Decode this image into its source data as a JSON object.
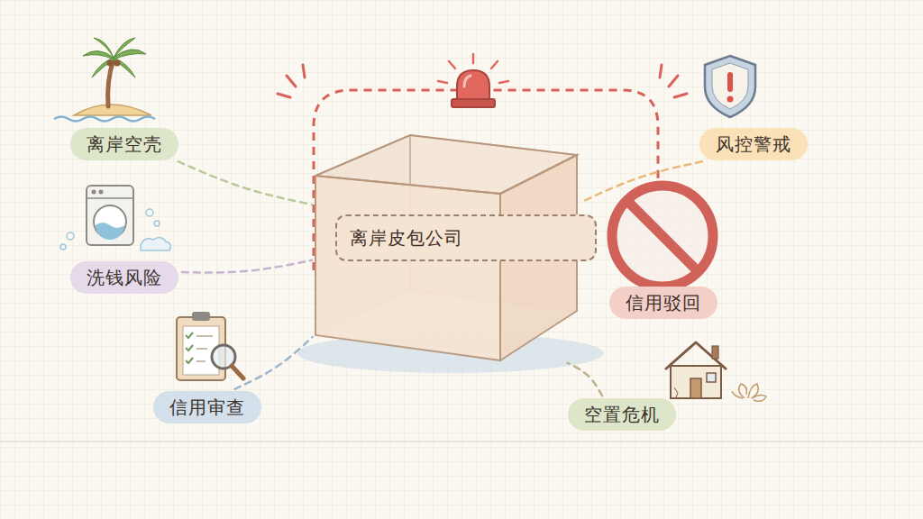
{
  "diagram": {
    "nodes": [
      {
        "text": [
          "离岸空壳"
        ]
      },
      {
        "text": [
          "风控警戒"
        ]
      },
      {
        "text": [
          "洗钱风险"
        ]
      },
      {
        "text": [
          "离岸皮包公司"
        ]
      },
      {
        "text": [
          "信用驳回"
        ]
      },
      {
        "text": [
          "信用审查"
        ]
      },
      {
        "text": [
          "空置危机"
        ]
      }
    ],
    "edges": [
      {
        "from": 0,
        "to": 3,
        "arrow": "none"
      },
      {
        "from": 1,
        "to": 3,
        "arrow": "none"
      },
      {
        "from": 2,
        "to": 3,
        "arrow": "none"
      },
      {
        "from": 5,
        "to": 3,
        "arrow": "none"
      },
      {
        "from": 6,
        "to": 3,
        "arrow": "none"
      }
    ]
  }
}
